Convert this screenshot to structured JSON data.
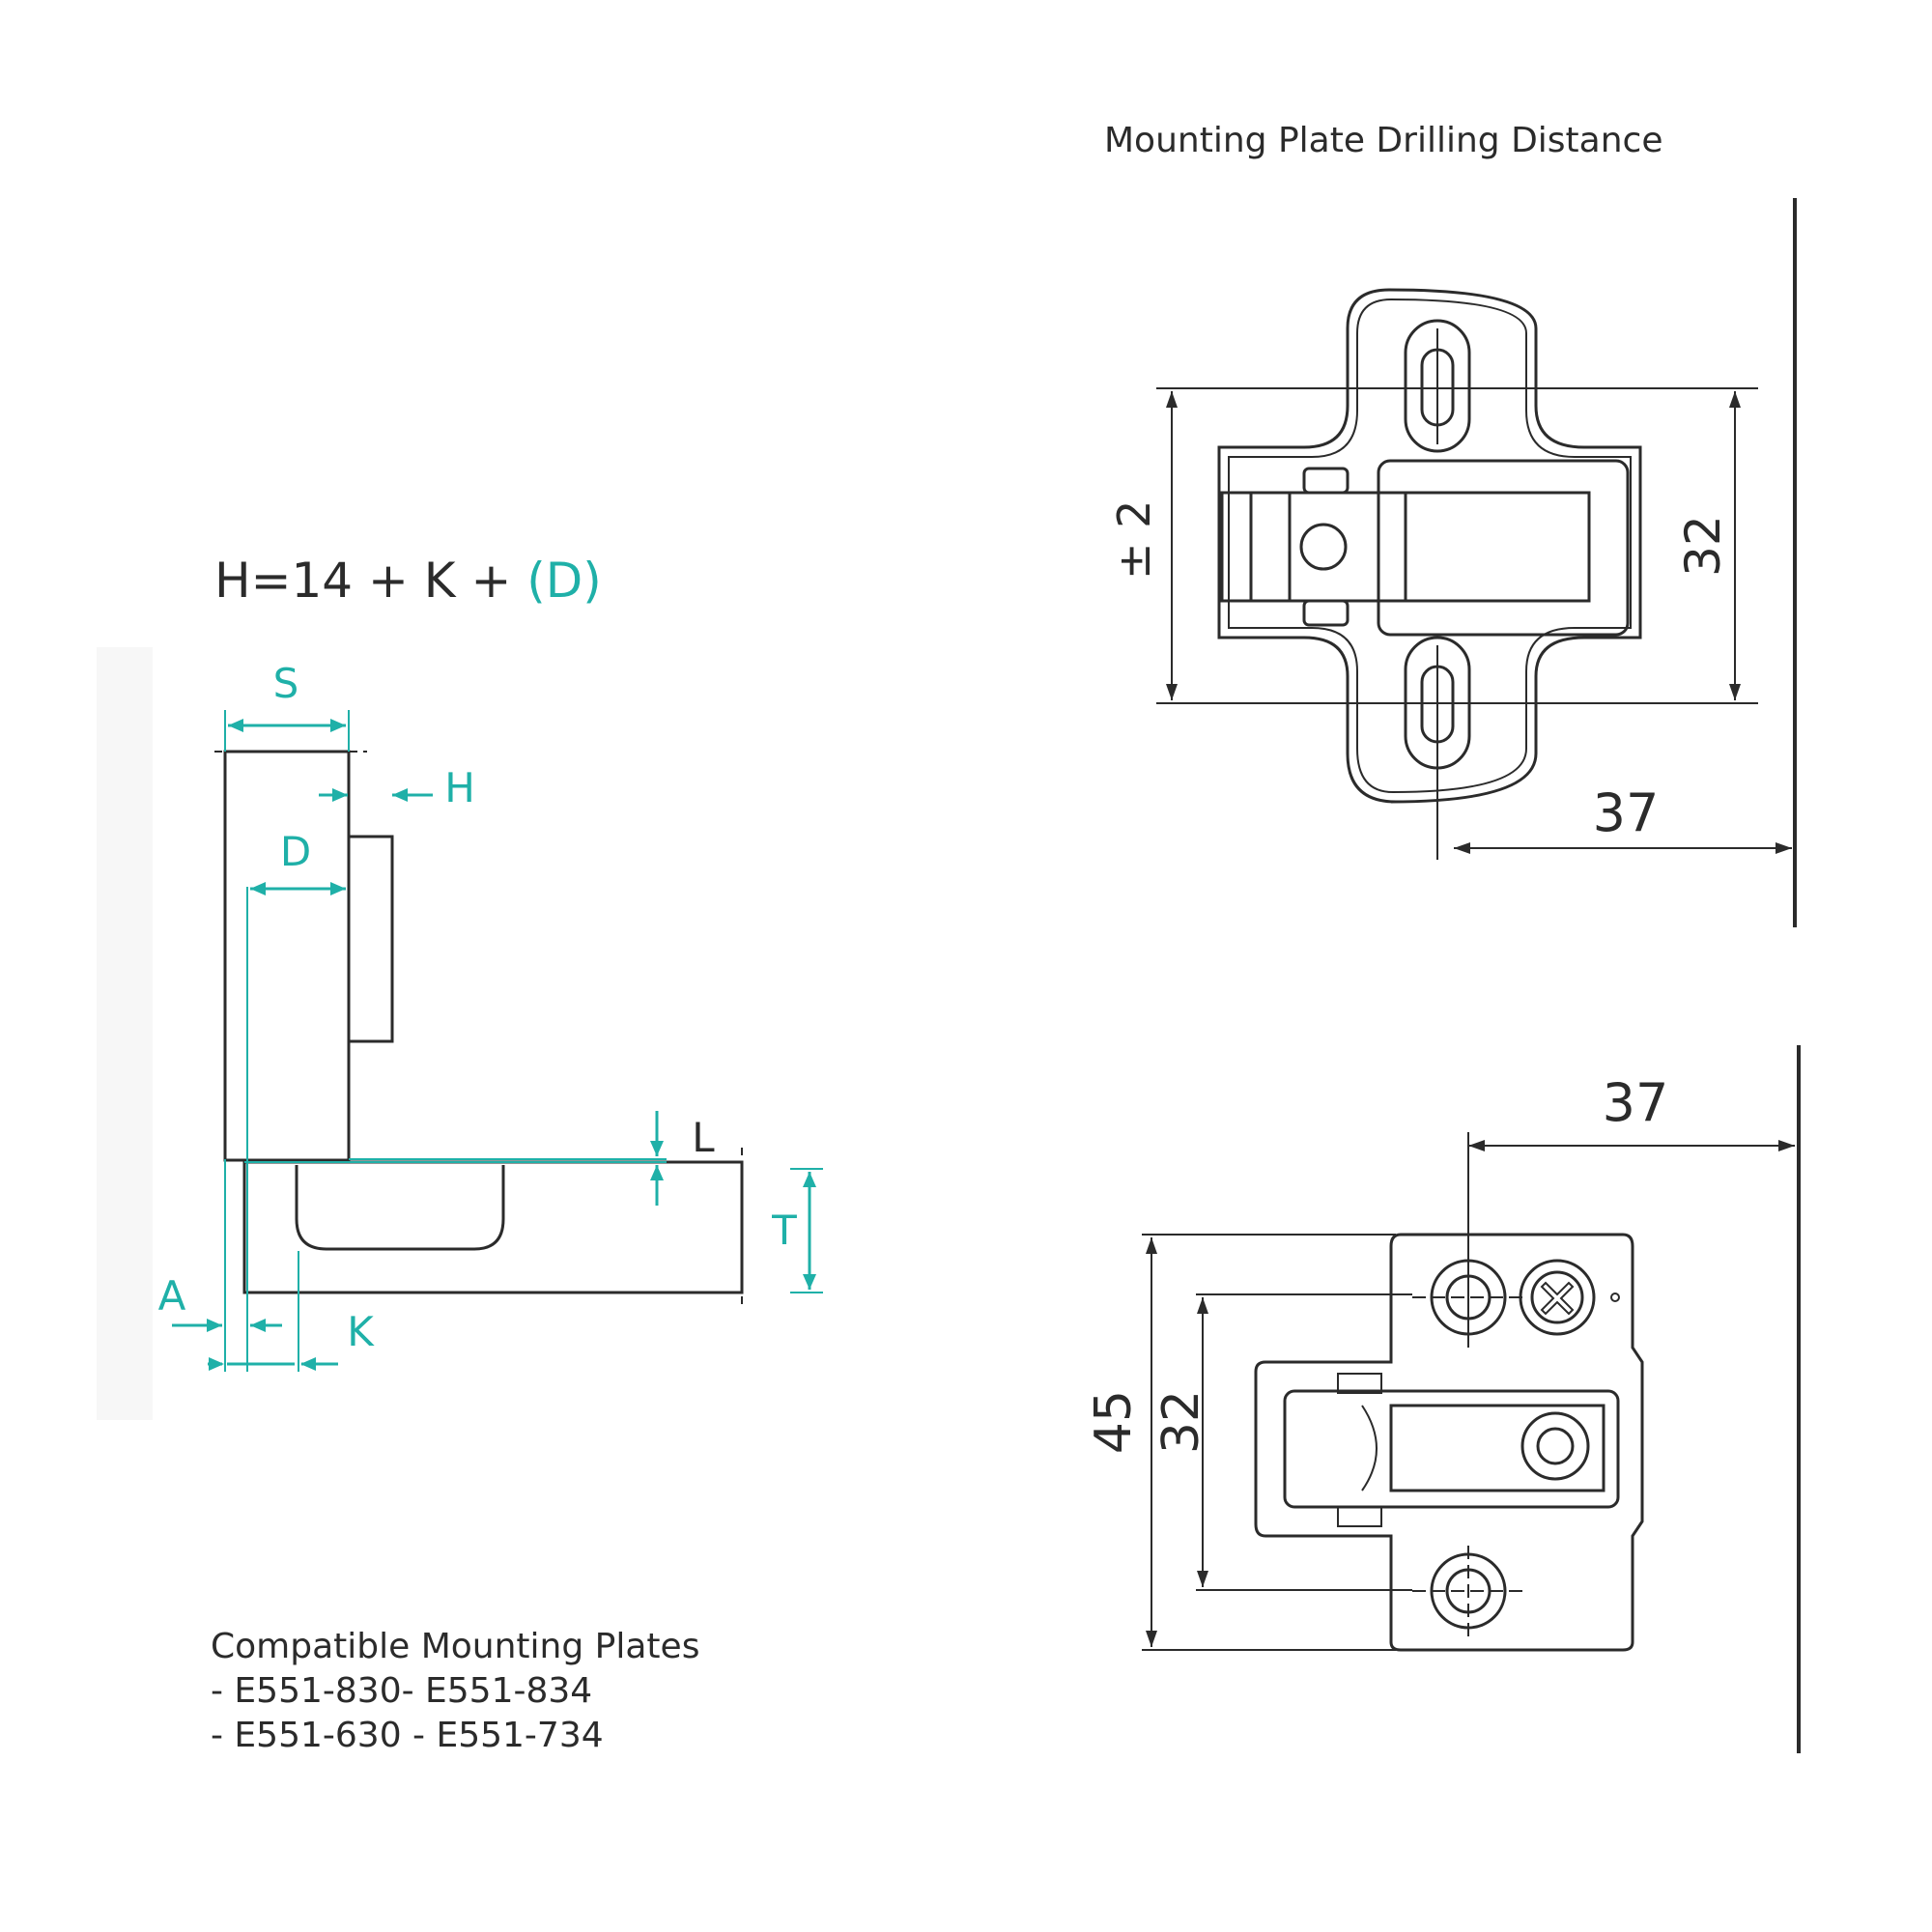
{
  "diagram": {
    "formula": {
      "prefix": "H=14 + K + ",
      "highlight": "(D)"
    },
    "side_view_labels": {
      "s": "S",
      "h": "H",
      "d": "D",
      "l": "L",
      "t": "T",
      "a": "A",
      "k": "K"
    },
    "top_view": {
      "title": "Mounting Plate Drilling Distance",
      "tolerance": "± 2",
      "height": "32",
      "offset": "37"
    },
    "bottom_view": {
      "offset": "37",
      "outer_height": "45",
      "hole_spacing": "32"
    },
    "compatible_plates": {
      "heading": "Compatible Mounting Plates",
      "line1": "- E551-830- E551-834",
      "line2": "- E551-630 - E551-734"
    },
    "colors": {
      "accent": "#1fb0a8",
      "ink": "#2b2b2b"
    }
  }
}
